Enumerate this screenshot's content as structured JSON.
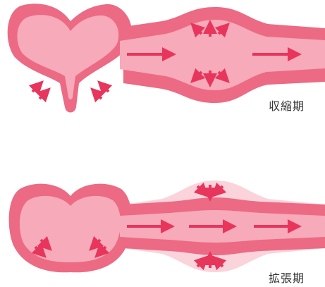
{
  "colors": {
    "wall": "#ec6a83",
    "lumen": "#f7aab9",
    "halo": "#fbd3db",
    "arrow": "#e8355c",
    "text": "#333333"
  },
  "panels": [
    {
      "phase": "systole",
      "label": "収縮期"
    },
    {
      "phase": "diastole",
      "label": "拡張期"
    }
  ]
}
